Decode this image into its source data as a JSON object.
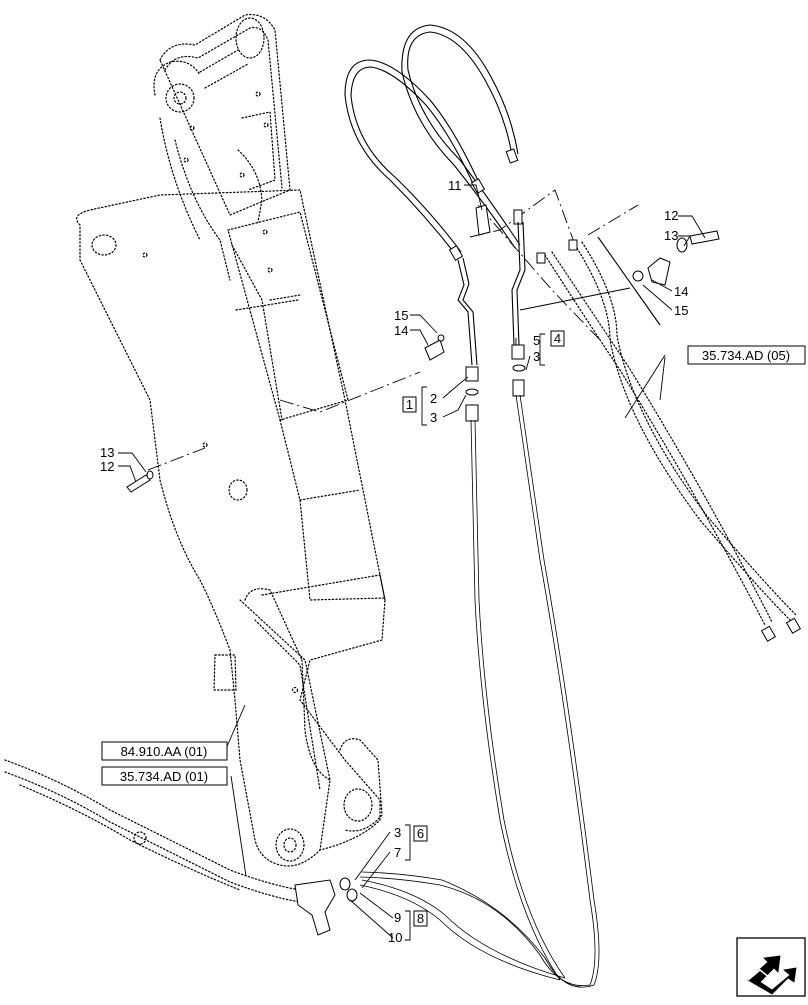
{
  "references": {
    "boom": "84.910.AA (01)",
    "lines_bottom": "35.734.AD (01)",
    "lines_right": "35.734.AD (05)"
  },
  "callouts": {
    "n15_top_right": "15",
    "n14_top_right": "14",
    "n13_top_right": "13",
    "n12_top_right": "12",
    "n11": "11",
    "n15_mid": "15",
    "n14_mid": "14",
    "n13_left": "13",
    "n12_left": "12",
    "n5": "5",
    "n3_right": "3",
    "n2": "2",
    "n3_left": "3",
    "n3_bottom": "3",
    "n7": "7",
    "n9": "9",
    "n10": "10"
  },
  "kits": {
    "k1": "1",
    "k4": "4",
    "k6": "6",
    "k8": "8"
  },
  "nav_icon": "next-page-arrow-icon"
}
